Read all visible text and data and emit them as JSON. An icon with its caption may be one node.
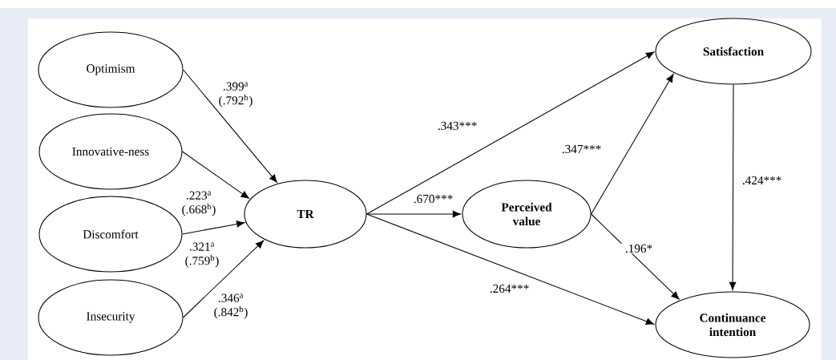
{
  "diagram": {
    "nodes": [
      {
        "text": [
          "Optimism"
        ]
      },
      {
        "text": [
          "Innovative-ness"
        ]
      },
      {
        "text": [
          "Discomfort"
        ]
      },
      {
        "text": [
          "Insecurity"
        ]
      },
      {
        "text": [
          "TR"
        ]
      },
      {
        "text": [
          "Perceived value"
        ]
      },
      {
        "text": [
          "Satisfaction"
        ]
      },
      {
        "text": [
          "Continuance intention"
        ]
      }
    ],
    "edges": [
      {
        "from": 0,
        "to": 4,
        "arrow": "to",
        "label": ".399$^{a}$ (.792$^{b}$)"
      },
      {
        "from": 1,
        "to": 4,
        "arrow": "to",
        "label": ".223$^{a}$ (.668$^{b}$)"
      },
      {
        "from": 2,
        "to": 4,
        "arrow": "to",
        "label": ".321$^{a}$ (.759$^{b}$)"
      },
      {
        "from": 3,
        "to": 4,
        "arrow": "to",
        "label": ".346$^{a}$ (.842$^{b}$)"
      },
      {
        "from": 4,
        "to": 6,
        "arrow": "to",
        "label": ".343***"
      },
      {
        "from": 4,
        "to": 5,
        "arrow": "to",
        "label": ".670***"
      },
      {
        "from": 4,
        "to": 7,
        "arrow": "to",
        "label": ".264***"
      },
      {
        "from": 5,
        "to": 6,
        "arrow": "to",
        "label": ".347***"
      },
      {
        "from": 5,
        "to": 7,
        "arrow": "to",
        "label": ".196*"
      },
      {
        "from": 6,
        "to": 7,
        "arrow": "to",
        "label": ".424***"
      }
    ]
  }
}
